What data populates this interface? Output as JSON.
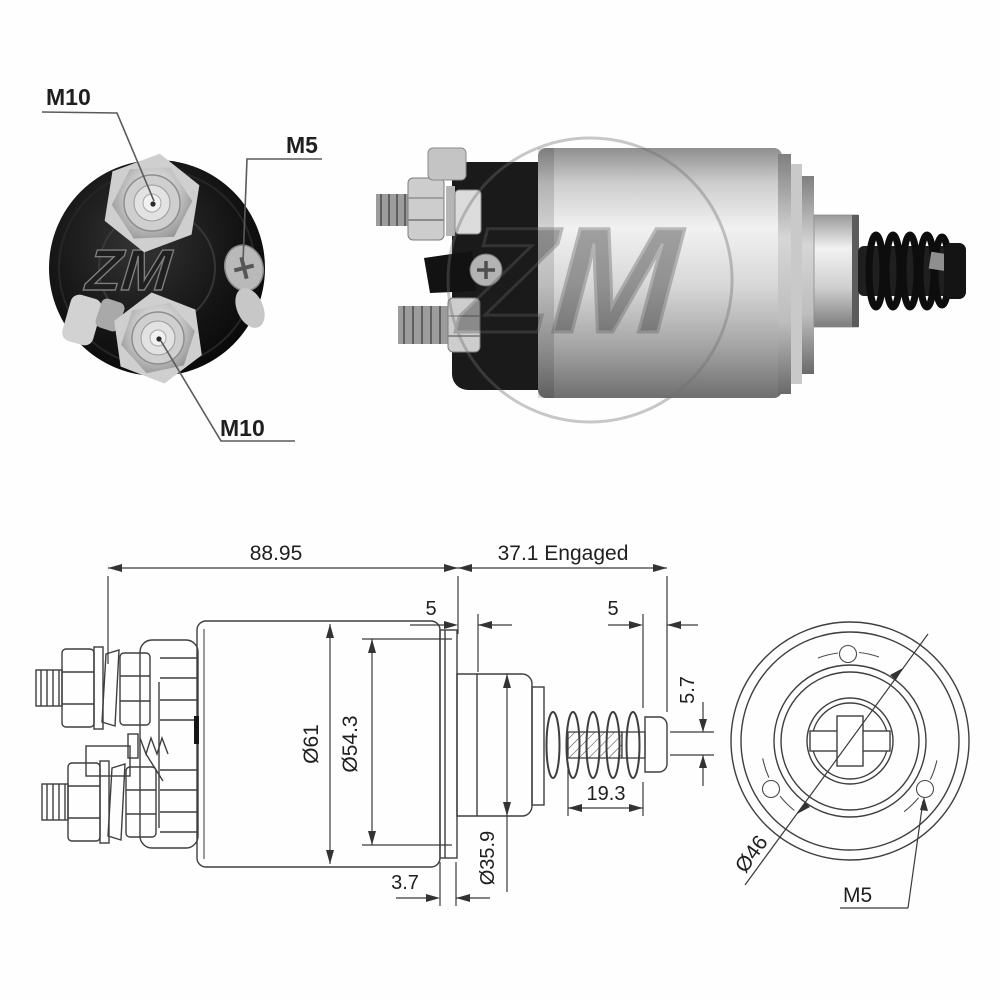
{
  "rear_view": {
    "label_m10_top": "M10",
    "label_m5": "M5",
    "label_m10_bottom": "M10",
    "logo": "ZM"
  },
  "photo": {
    "watermark": "ZM"
  },
  "side_view": {
    "dim_body_length": "88.95",
    "dim_engaged": "37.1 Engaged",
    "dim_flange_offset": "5",
    "dim_tip_travel": "5",
    "dim_rod_dia": "5.7",
    "dim_spring_len": "19.3",
    "dim_body_dia": "Ø61",
    "dim_rear_dia": "Ø54.3",
    "dim_boss_dia": "Ø35.9",
    "dim_flange_thk": "3.7"
  },
  "front_view": {
    "dim_bolt_circle": "Ø46",
    "dim_mount_thread": "M5"
  },
  "colors": {
    "drawing_line": "#3e3e3e",
    "dimension_text": "#1f1f1f",
    "cap_black": "#141414",
    "metal_light": "#efefef",
    "metal_dark": "#707070"
  }
}
